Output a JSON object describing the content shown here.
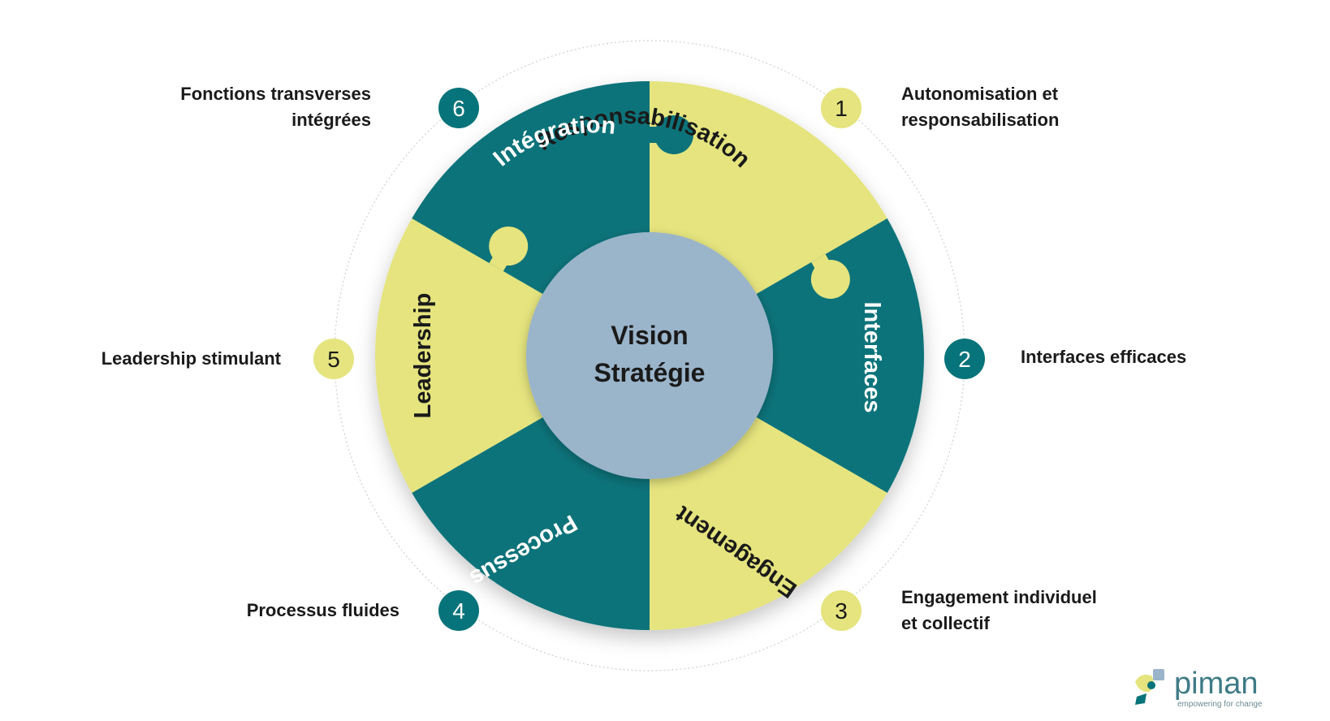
{
  "colors": {
    "teal": "#07737A",
    "yellow": "#E5E47E",
    "center": "#9AB4CA",
    "ring": "#C8C8C8",
    "text_dark": "#1A1A1A",
    "text_light": "#FFFFFF"
  },
  "center": {
    "line1": "Vision",
    "line2": "Stratégie"
  },
  "segments": [
    {
      "number": "1",
      "name": "Responsabilisation",
      "color": "yellow",
      "description": [
        "Autonomisation et",
        "responsabilisation"
      ]
    },
    {
      "number": "2",
      "name": "Interfaces",
      "color": "teal",
      "description": [
        "Interfaces efficaces"
      ]
    },
    {
      "number": "3",
      "name": "Engagement",
      "color": "yellow",
      "description": [
        "Engagement individuel",
        "et collectif"
      ]
    },
    {
      "number": "4",
      "name": "Processus",
      "color": "teal",
      "description": [
        "Processus fluides"
      ]
    },
    {
      "number": "5",
      "name": "Leadership",
      "color": "yellow",
      "description": [
        "Leadership stimulant"
      ]
    },
    {
      "number": "6",
      "name": "Intégration",
      "color": "teal",
      "description": [
        "Fonctions transverses",
        "intégrées"
      ]
    }
  ],
  "logo": {
    "name": "piman",
    "tagline": "empowering for change"
  }
}
